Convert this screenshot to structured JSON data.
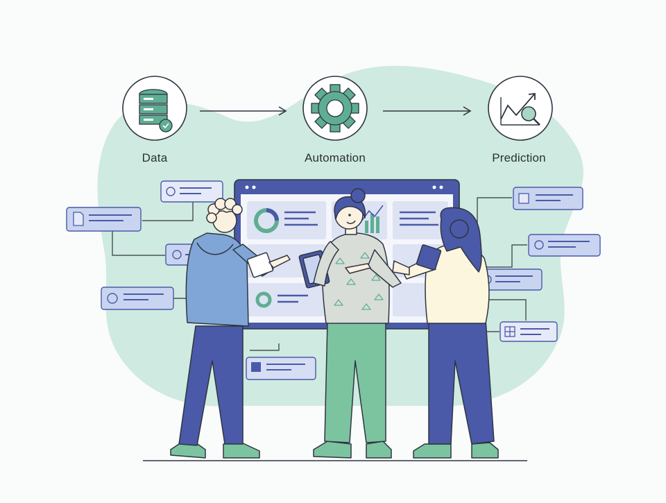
{
  "flow": {
    "steps": [
      {
        "label": "Data",
        "icon": "database-icon"
      },
      {
        "label": "Automation",
        "icon": "gear-icon"
      },
      {
        "label": "Prediction",
        "icon": "trend-magnifier-icon"
      }
    ]
  },
  "colors": {
    "mint_blob": "#cfeae0",
    "outline": "#2e3440",
    "blue": "#4a5aa8",
    "light_blue": "#7fa6d6",
    "green": "#7cc4a0",
    "card_fill": "#d9e1f5",
    "cream": "#fbf6dd",
    "teal": "#5fae93"
  }
}
